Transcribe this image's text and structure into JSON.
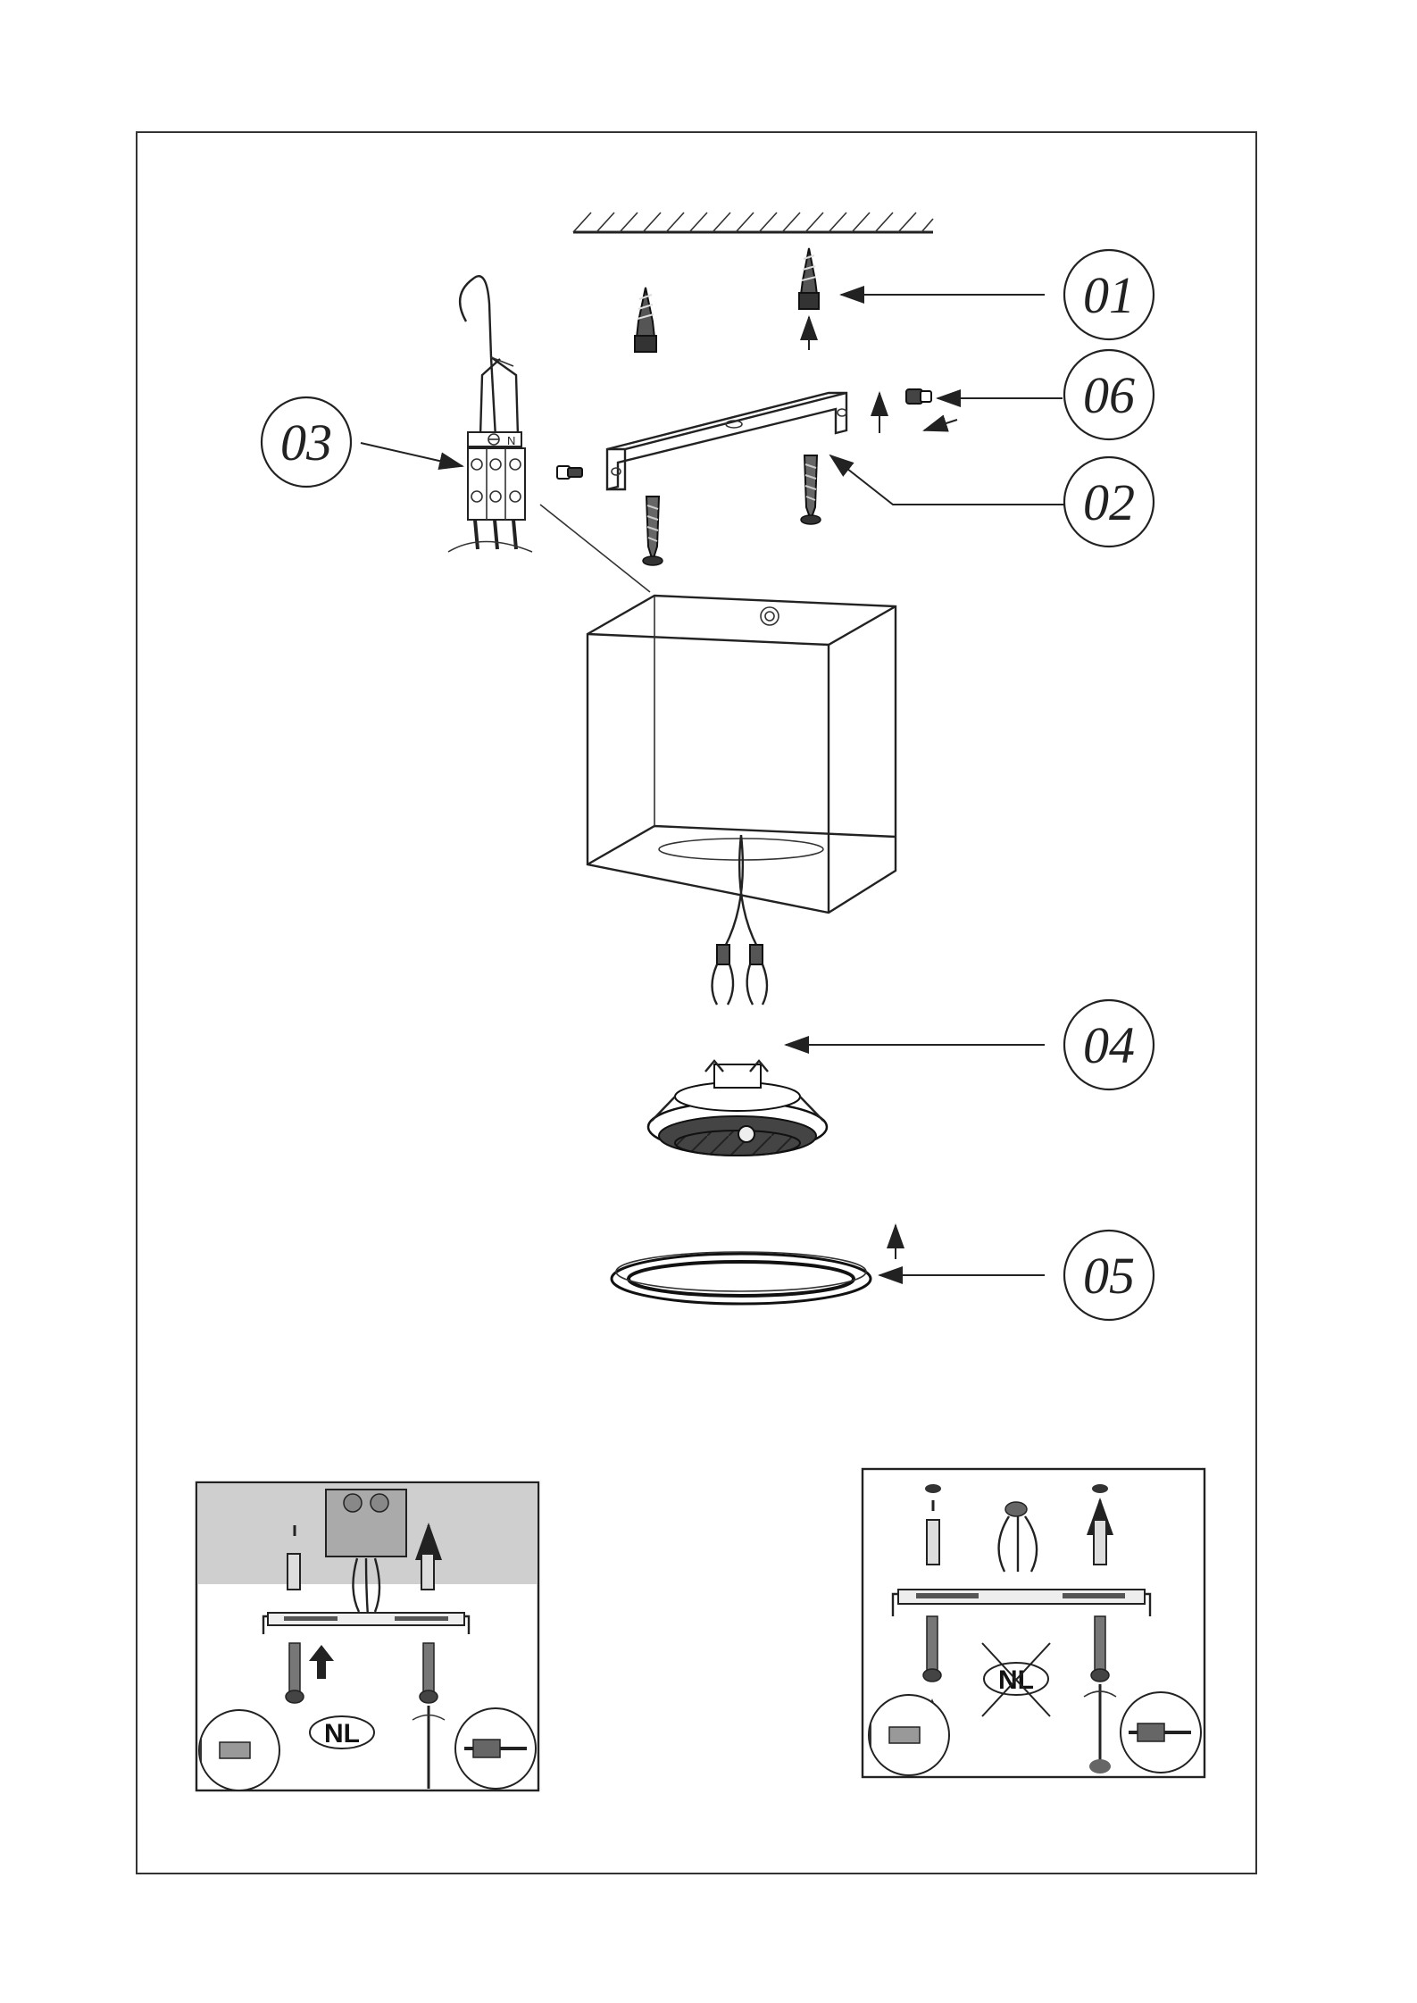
{
  "callouts": [
    {
      "id": "01",
      "label": "01"
    },
    {
      "id": "06",
      "label": "06"
    },
    {
      "id": "03",
      "label": "03"
    },
    {
      "id": "02",
      "label": "02"
    },
    {
      "id": "04",
      "label": "04"
    },
    {
      "id": "05",
      "label": "05"
    }
  ],
  "terminal_block": {
    "neutral_label": "N"
  },
  "inset_left": {
    "badge": "NL"
  },
  "inset_right": {
    "badge": "NL"
  }
}
